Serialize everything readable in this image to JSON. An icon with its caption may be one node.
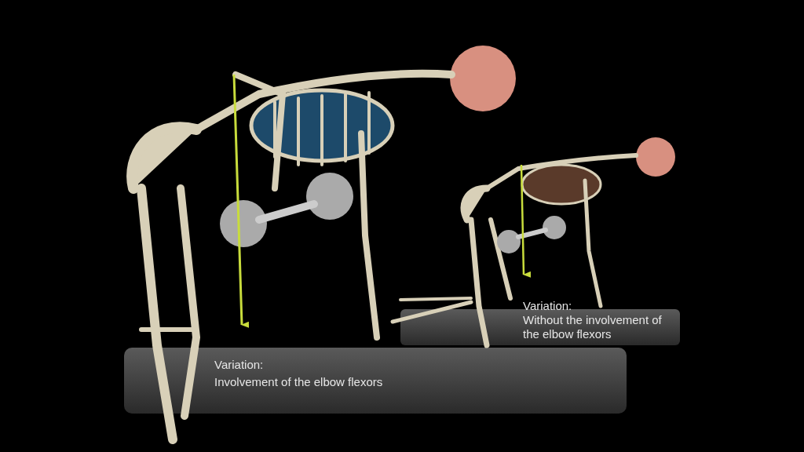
{
  "diagram": {
    "labels": [
      "Variation:",
      "Involvement of the elbow flexors",
      "Variation:",
      "Without the involvement of the elbow flexors"
    ]
  }
}
